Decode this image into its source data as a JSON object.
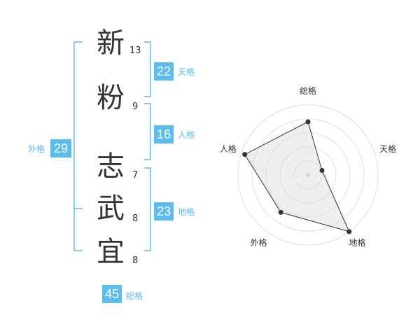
{
  "name_chars": [
    {
      "char": "新",
      "strokes": "13"
    },
    {
      "char": "粉",
      "strokes": "9"
    },
    {
      "char": "志",
      "strokes": "7"
    },
    {
      "char": "武",
      "strokes": "8"
    },
    {
      "char": "宜",
      "strokes": "8"
    }
  ],
  "scores": {
    "tenkaku": {
      "value": "22",
      "label": "天格"
    },
    "jinkaku": {
      "value": "16",
      "label": "人格"
    },
    "chikaku": {
      "value": "23",
      "label": "地格"
    },
    "gaikaku": {
      "value": "29",
      "label": "外格"
    },
    "soukaku": {
      "value": "45",
      "label": "総格"
    }
  },
  "colors": {
    "accent": "#5bbcf0",
    "text": "#333333",
    "grid": "#dddddd"
  },
  "chart_data": {
    "type": "radar",
    "axes": [
      "総格",
      "天格",
      "地格",
      "外格",
      "人格"
    ],
    "values": [
      0.76,
      0.21,
      1.0,
      0.66,
      0.95
    ],
    "rings": 5
  }
}
